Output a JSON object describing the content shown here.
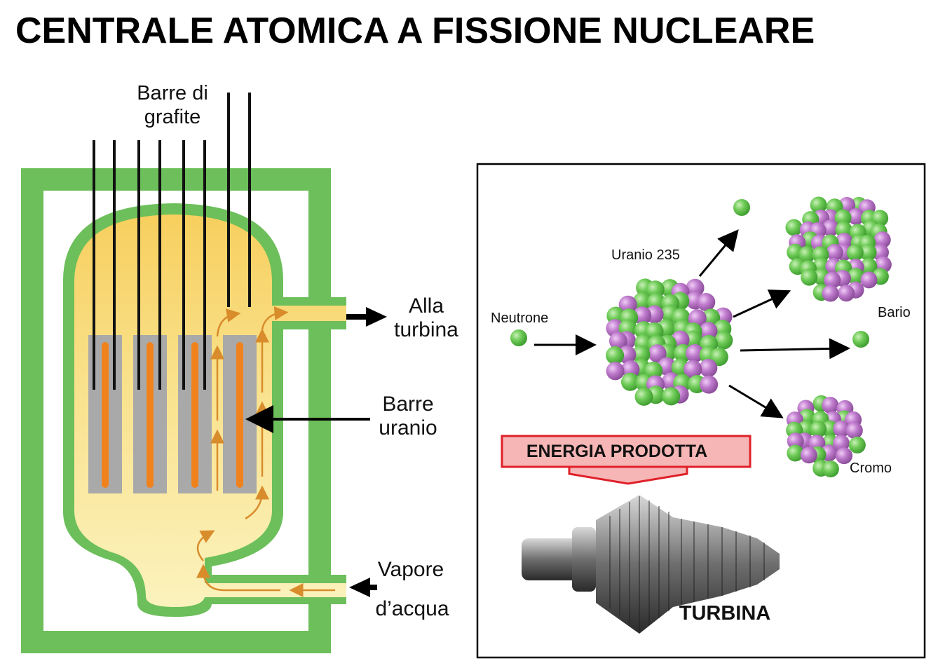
{
  "title": "CENTRALE ATOMICA A FISSIONE NUCLEARE",
  "reactor": {
    "label_graphite_line1": "Barre di",
    "label_graphite_line2": "grafite",
    "label_turbine_out_line1": "Alla",
    "label_turbine_out_line2": "turbina",
    "label_uranium_line1": "Barre",
    "label_uranium_line2": "uranio",
    "label_steam_line1": "Vapore",
    "label_steam_line2": "d’acqua"
  },
  "fission": {
    "label_neutron": "Neutrone",
    "label_uranium": "Uranio 235",
    "label_barium": "Bario",
    "label_chromium": "Cromo",
    "energy_label": "ENERGIA PRODOTTA",
    "turbine_label": "TURBINA"
  },
  "colors": {
    "shell_green": "#6cbf5a",
    "coolant_yellow": "#f7d26a",
    "coolant_light": "#faf0b4",
    "rod_gray": "#a9a9a9",
    "uranium_orange": "#f0821e",
    "flow_arrow": "#d98c2b",
    "nucleon_green": "#5cc04a",
    "nucleon_purple": "#b06ac0",
    "energy_fill": "#f6b6b6",
    "energy_border": "#e0202a"
  }
}
